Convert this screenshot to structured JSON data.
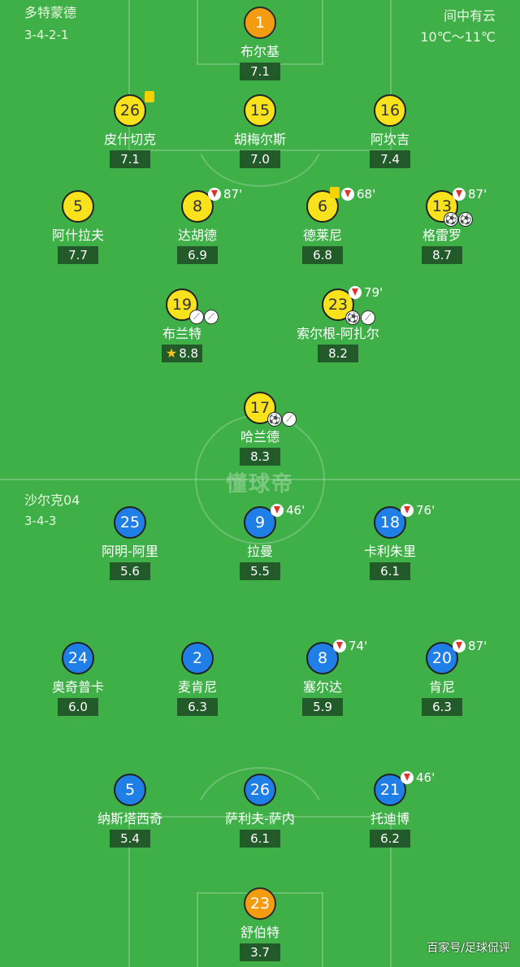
{
  "home": {
    "team": "多特蒙德",
    "formation": "3-4-2-1",
    "players": [
      {
        "num": "1",
        "name": "布尔基",
        "rating": "7.1",
        "color": "orange"
      },
      {
        "num": "26",
        "name": "皮什切克",
        "rating": "7.1",
        "color": "yellow"
      },
      {
        "num": "15",
        "name": "胡梅尔斯",
        "rating": "7.0",
        "color": "yellow"
      },
      {
        "num": "16",
        "name": "阿坎吉",
        "rating": "7.4",
        "color": "yellow"
      },
      {
        "num": "5",
        "name": "阿什拉夫",
        "rating": "7.7",
        "color": "yellow"
      },
      {
        "num": "8",
        "name": "达胡德",
        "rating": "6.9",
        "color": "yellow",
        "sub": "87'"
      },
      {
        "num": "6",
        "name": "德莱尼",
        "rating": "6.8",
        "color": "yellow",
        "sub": "68'"
      },
      {
        "num": "13",
        "name": "格雷罗",
        "rating": "8.7",
        "color": "yellow",
        "sub": "87'"
      },
      {
        "num": "19",
        "name": "布兰特",
        "rating": "8.8",
        "color": "yellow"
      },
      {
        "num": "23",
        "name": "索尔根-阿扎尔",
        "rating": "8.2",
        "color": "yellow",
        "sub": "79'"
      },
      {
        "num": "17",
        "name": "哈兰德",
        "rating": "8.3",
        "color": "yellow"
      }
    ]
  },
  "weather": {
    "condition": "间中有云",
    "temp": "10℃～11℃"
  },
  "watermark": "懂球帝",
  "away": {
    "team": "沙尔克04",
    "formation": "3-4-3",
    "players": [
      {
        "num": "25",
        "name": "阿明-阿里",
        "rating": "5.6",
        "color": "blue"
      },
      {
        "num": "9",
        "name": "拉曼",
        "rating": "5.5",
        "color": "blue",
        "sub": "46'"
      },
      {
        "num": "18",
        "name": "卡利朱里",
        "rating": "6.1",
        "color": "blue",
        "sub": "76'"
      },
      {
        "num": "24",
        "name": "奥奇普卡",
        "rating": "6.0",
        "color": "blue"
      },
      {
        "num": "2",
        "name": "麦肯尼",
        "rating": "6.3",
        "color": "blue"
      },
      {
        "num": "8",
        "name": "塞尔达",
        "rating": "5.9",
        "color": "blue",
        "sub": "74'"
      },
      {
        "num": "20",
        "name": "肯尼",
        "rating": "6.3",
        "color": "blue",
        "sub": "87'"
      },
      {
        "num": "5",
        "name": "纳斯塔西奇",
        "rating": "5.4",
        "color": "blue"
      },
      {
        "num": "26",
        "name": "萨利夫-萨内",
        "rating": "6.1",
        "color": "blue"
      },
      {
        "num": "21",
        "name": "托迪博",
        "rating": "6.2",
        "color": "blue",
        "sub": "46'"
      },
      {
        "num": "23",
        "name": "舒伯特",
        "rating": "3.7",
        "color": "orange"
      }
    ]
  },
  "footer": "百家号/足球侃评",
  "colors": {
    "pitch": "#3fb047",
    "orange": "#f39c12",
    "yellow": "#f7e21c",
    "blue": "#1f7fe6",
    "rating_bg": "#225a2a"
  },
  "icons": {
    "substitution": "sub-out-icon",
    "yellow_card": "yellow-card-icon",
    "goal": "football-icon",
    "assist": "boot-icon",
    "motm": "star-icon"
  }
}
